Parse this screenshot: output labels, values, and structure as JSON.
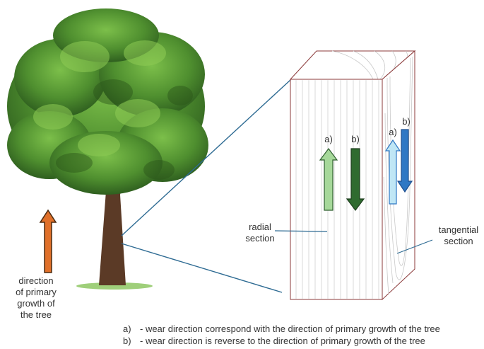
{
  "labels": {
    "growth": [
      "direction",
      "of primary",
      "growth of",
      "the tree"
    ],
    "radial": [
      "radial",
      "section"
    ],
    "tangential": [
      "tangential",
      "section"
    ],
    "arrow_a": "a)",
    "arrow_b": "b)"
  },
  "legend": [
    {
      "key": "a)",
      "text": "- wear direction correspond with the direction of primary growth of the tree"
    },
    {
      "key": "b)",
      "text": "- wear direction is reverse to the direction of primary growth of the tree"
    }
  ],
  "colors": {
    "growth_arrow": "#e0702a",
    "radial_a_arrow": "#a6d89a",
    "radial_b_arrow": "#2f6b2f",
    "tangential_a_arrow": "#bfe6f5",
    "tangential_b_arrow": "#2f78c4",
    "leader_line": "#2e6b93",
    "block_outline": "#8b3a3a",
    "foliage": "#4f8f2f",
    "trunk": "#5b3a26"
  }
}
